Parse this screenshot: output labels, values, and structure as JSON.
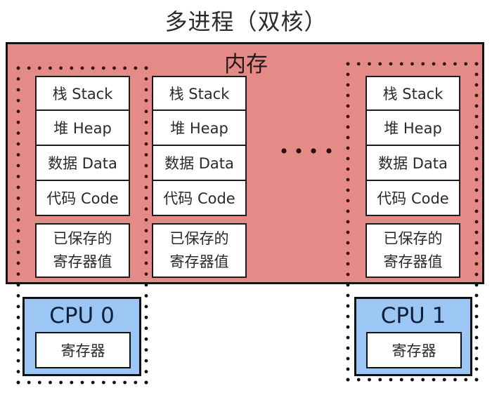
{
  "title": "多进程（双核）",
  "memory": {
    "label": "内存",
    "fill_color": "#E48B88"
  },
  "processes": [
    {
      "segments": [
        "栈 Stack",
        "堆 Heap",
        "数据 Data",
        "代码 Code"
      ],
      "saved_registers": [
        "已保存的",
        "寄存器值"
      ]
    },
    {
      "segments": [
        "栈 Stack",
        "堆 Heap",
        "数据 Data",
        "代码 Code"
      ],
      "saved_registers": [
        "已保存的",
        "寄存器值"
      ]
    },
    {
      "segments": [
        "栈 Stack",
        "堆 Heap",
        "数据 Data",
        "代码 Code"
      ],
      "saved_registers": [
        "已保存的",
        "寄存器值"
      ]
    }
  ],
  "ellipsis": "....",
  "cpus": [
    {
      "label": "CPU 0",
      "register_label": "寄存器"
    },
    {
      "label": "CPU 1",
      "register_label": "寄存器"
    }
  ],
  "colors": {
    "memory": "#E48B88",
    "cpu": "#9CC7F4",
    "border": "#141414"
  }
}
